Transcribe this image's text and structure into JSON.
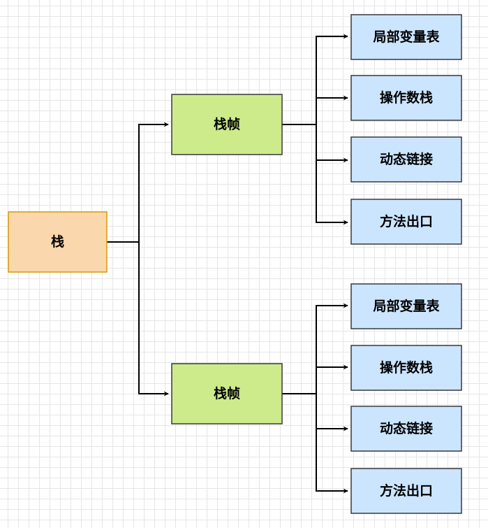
{
  "diagram": {
    "colors": {
      "root_fill": "#fad7ac",
      "root_stroke": "#d79b00",
      "frame_fill": "#cdeb8b",
      "frame_stroke": "#36393d",
      "leaf_fill": "#cce5ff",
      "leaf_stroke": "#36393d",
      "edge": "#000000"
    },
    "root": {
      "label": "栈"
    },
    "frames": [
      {
        "label": "栈帧",
        "items": [
          {
            "label": "局部变量表"
          },
          {
            "label": "操作数栈"
          },
          {
            "label": "动态链接"
          },
          {
            "label": "方法出口"
          }
        ]
      },
      {
        "label": "栈帧",
        "items": [
          {
            "label": "局部变量表"
          },
          {
            "label": "操作数栈"
          },
          {
            "label": "动态链接"
          },
          {
            "label": "方法出口"
          }
        ]
      }
    ]
  }
}
